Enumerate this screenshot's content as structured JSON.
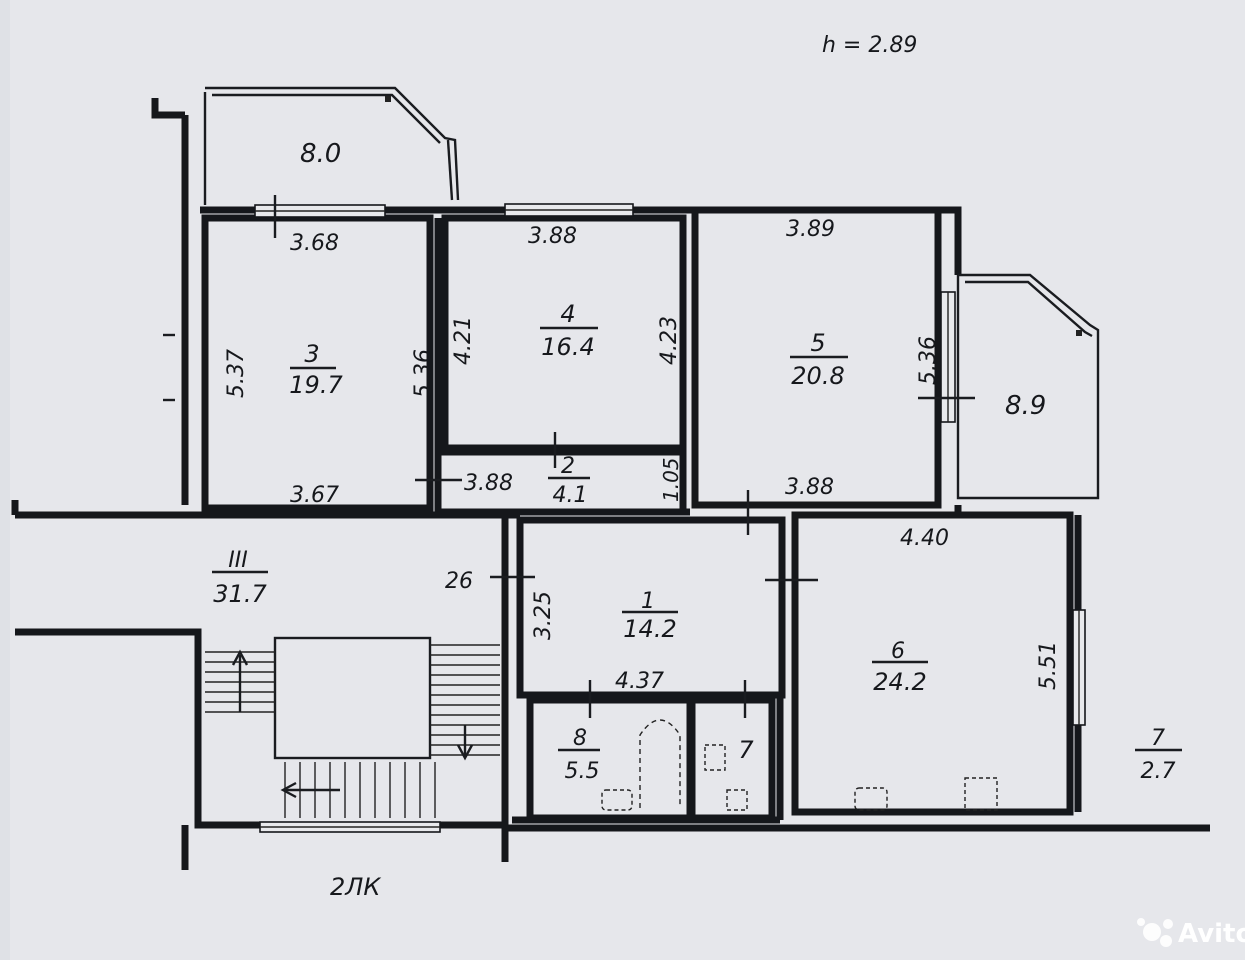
{
  "ceiling_height": "h = 2.89",
  "rooms": {
    "r1": {
      "number": "1",
      "area": "14.2"
    },
    "r2": {
      "number": "2",
      "area": "4.1"
    },
    "r3": {
      "number": "3",
      "area": "19.7"
    },
    "r4": {
      "number": "4",
      "area": "16.4"
    },
    "r5": {
      "number": "5",
      "area": "20.8"
    },
    "r6": {
      "number": "6",
      "area": "24.2"
    },
    "r7": {
      "number": "7",
      "area": "2.7"
    },
    "r7b": {
      "number": "7"
    },
    "r8": {
      "number": "8",
      "area": "5.5"
    },
    "corridor": {
      "number": "III",
      "area": "31.7"
    }
  },
  "balconies": {
    "top": {
      "area": "8.0"
    },
    "right": {
      "area": "8.9"
    }
  },
  "dims": {
    "d_368": "3.68",
    "d_388a": "3.88",
    "d_389": "3.89",
    "d_537": "5.37",
    "d_536a": "5.36",
    "d_421": "4.21",
    "d_423": "4.23",
    "d_536b": "5.36",
    "d_367": "3.67",
    "d_388b": "3.88",
    "d_105": "1.05",
    "d_388c": "3.88",
    "d_440": "4.40",
    "d_325": "3.25",
    "d_437": "4.37",
    "d_551": "5.51",
    "d_26": "26"
  },
  "stair_label": "2ЛК",
  "watermark": "Avito"
}
